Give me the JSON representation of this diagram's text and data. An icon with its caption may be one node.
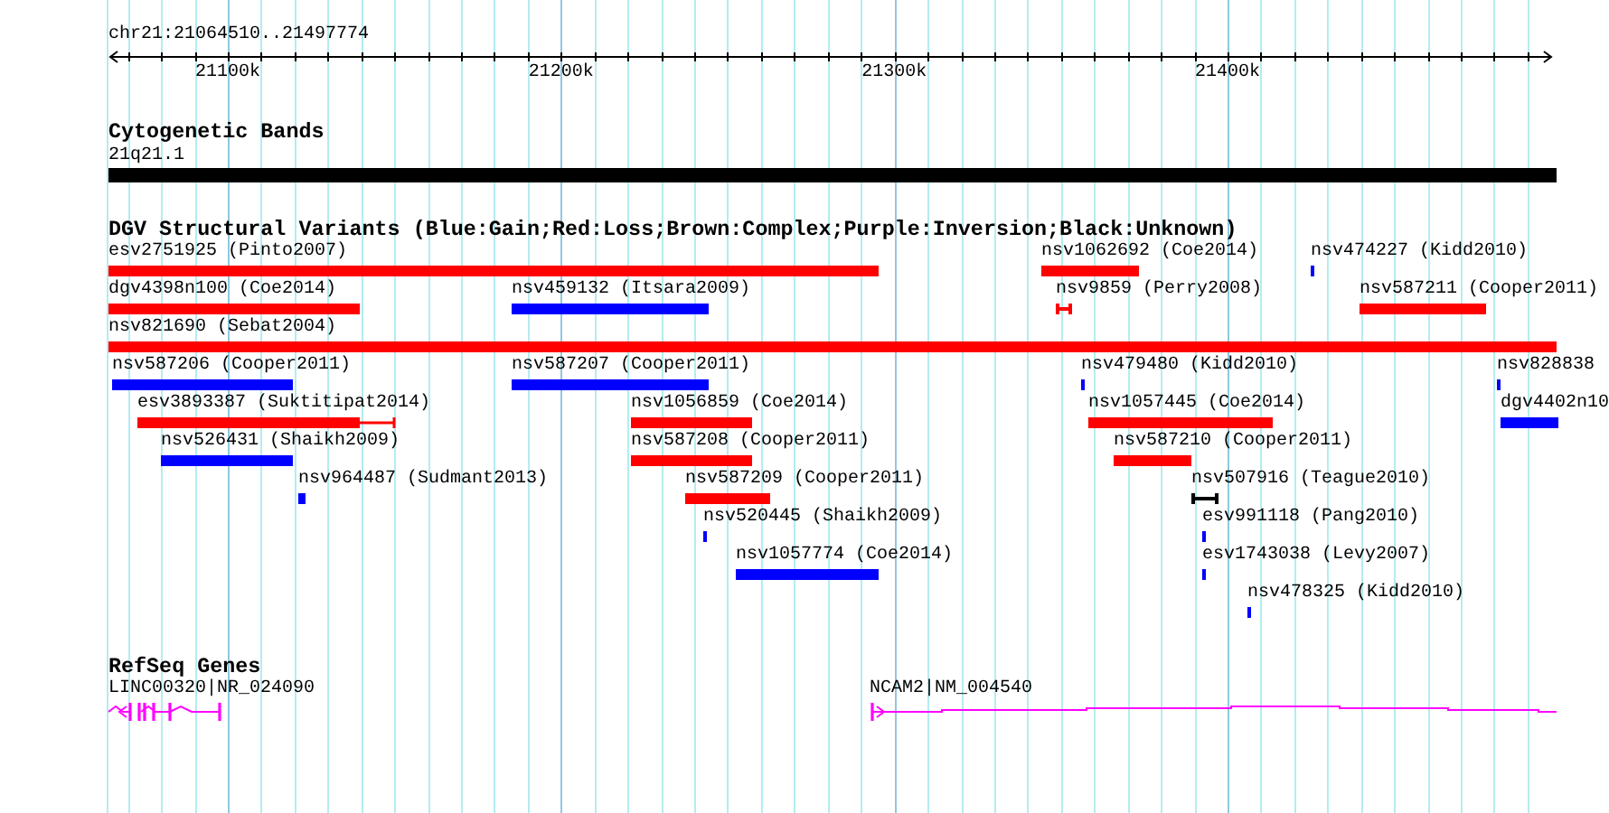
{
  "diagram": {
    "nodes": [
      {
        "text": [
          "21q21.1"
        ]
      },
      {
        "text": [
          "esv2751925 (Pinto2007)"
        ]
      },
      {
        "text": [
          "nsv1062692 (Coe2014)"
        ]
      },
      {
        "text": [
          "nsv474227 (Kidd2010)"
        ]
      },
      {
        "text": [
          "dgv4398n100 (Coe2014)"
        ]
      },
      {
        "text": [
          "nsv459132 (Itsara2009)"
        ]
      },
      {
        "text": [
          "nsv9859 (Perry2008)"
        ]
      },
      {
        "text": [
          "nsv587211 (Cooper2011)"
        ]
      },
      {
        "text": [
          "nsv821690 (Sebat2004)"
        ]
      },
      {
        "text": [
          "nsv587206 (Cooper2011)"
        ]
      },
      {
        "text": [
          "nsv587207 (Cooper2011)"
        ]
      },
      {
        "text": [
          "nsv479480 (Kidd2010)"
        ]
      },
      {
        "text": [
          "nsv828838"
        ]
      },
      {
        "text": [
          "esv3893387 (Suktitipat2014)"
        ]
      },
      {
        "text": [
          "nsv1056859 (Coe2014)"
        ]
      },
      {
        "text": [
          "nsv1057445 (Coe2014)"
        ]
      },
      {
        "text": [
          "dgv4402n10"
        ]
      },
      {
        "text": [
          "nsv526431 (Shaikh2009)"
        ]
      },
      {
        "text": [
          "nsv587208 (Cooper2011)"
        ]
      },
      {
        "text": [
          "nsv587210 (Cooper2011)"
        ]
      },
      {
        "text": [
          "nsv964487 (Sudmant2013)"
        ]
      },
      {
        "text": [
          "nsv587209 (Cooper2011)"
        ]
      },
      {
        "text": [
          "nsv507916 (Teague2010)"
        ]
      },
      {
        "text": [
          "nsv520445 (Shaikh2009)"
        ]
      },
      {
        "text": [
          "esv991118 (Pang2010)"
        ]
      },
      {
        "text": [
          "nsv1057774 (Coe2014)"
        ]
      },
      {
        "text": [
          "esv1743038 (Levy2007)"
        ]
      },
      {
        "text": [
          "nsv478325 (Kidd2010)"
        ]
      },
      {
        "text": [
          "LINC00320|NR_024090"
        ]
      },
      {
        "text": [
          "NCAM2|NM_004540"
        ]
      }
    ],
    "labels": [
      "chr21:21064510..21497774",
      "21100k",
      "21200k",
      "21300k",
      "21400k",
      "Cytogenetic Bands",
      "DGV Structural Variants (Blue:Gain;Red:Loss;Brown:Complex;Purple:Inversion;Black:Unknown)",
      "RefSeq Genes"
    ]
  }
}
